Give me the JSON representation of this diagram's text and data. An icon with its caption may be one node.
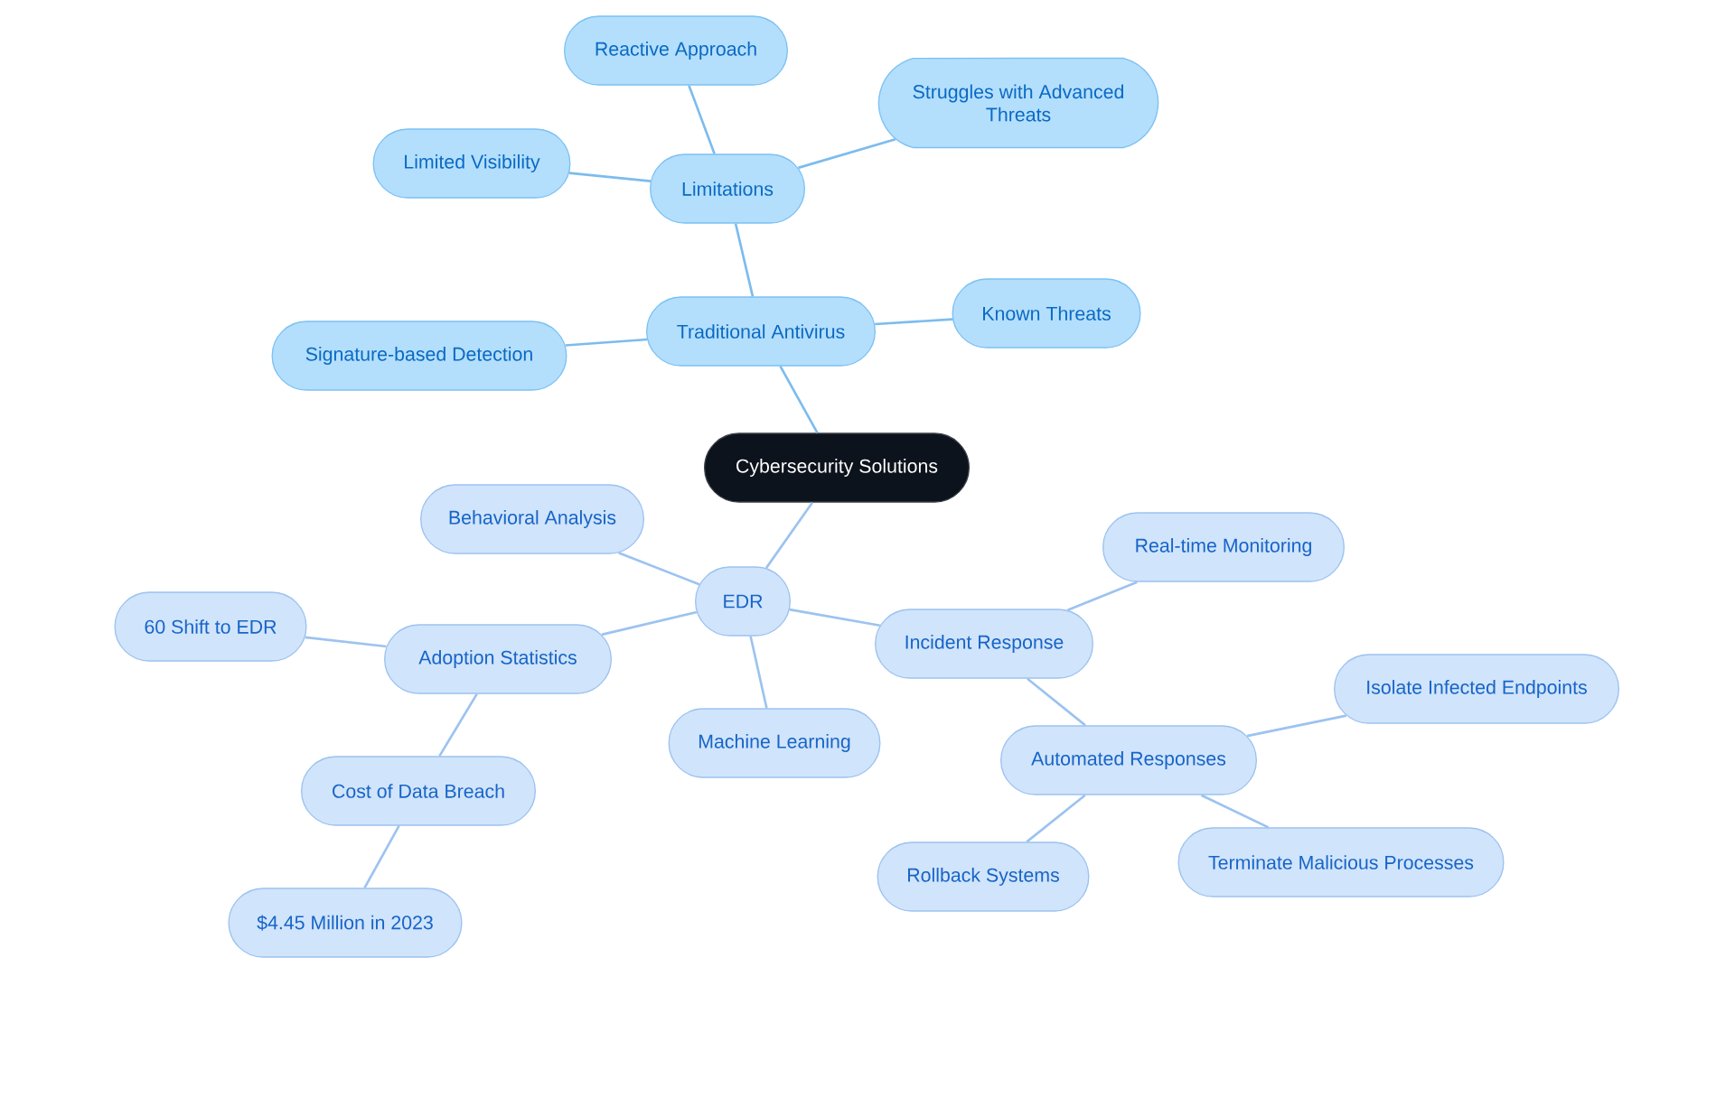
{
  "diagram": {
    "nodes": [
      {
        "text": [
          "Cybersecurity Solutions"
        ]
      },
      {
        "text": [
          "Traditional Antivirus"
        ]
      },
      {
        "text": [
          "Limitations"
        ]
      },
      {
        "text": [
          "Reactive Approach"
        ]
      },
      {
        "text": [
          "Struggles with Advanced Threats"
        ]
      },
      {
        "text": [
          "Limited Visibility"
        ]
      },
      {
        "text": [
          "Signature-based Detection"
        ]
      },
      {
        "text": [
          "Known Threats"
        ]
      },
      {
        "text": [
          "EDR"
        ]
      },
      {
        "text": [
          "Behavioral Analysis"
        ]
      },
      {
        "text": [
          "Adoption Statistics"
        ]
      },
      {
        "text": [
          "60 Shift to EDR"
        ]
      },
      {
        "text": [
          "Cost of Data Breach"
        ]
      },
      {
        "text": [
          "$4.45 Million in 2023"
        ]
      },
      {
        "text": [
          "Machine Learning"
        ]
      },
      {
        "text": [
          "Incident Response"
        ]
      },
      {
        "text": [
          "Real-time Monitoring"
        ]
      },
      {
        "text": [
          "Automated Responses"
        ]
      },
      {
        "text": [
          "Isolate Infected Endpoints"
        ]
      },
      {
        "text": [
          "Rollback Systems"
        ]
      },
      {
        "text": [
          "Terminate Malicious Processes"
        ]
      }
    ],
    "edges": [
      {
        "from": 0,
        "to": 1,
        "arrow": "none",
        "color": "#7cbcee"
      },
      {
        "from": 1,
        "to": 2,
        "arrow": "none",
        "color": "#7cbcee"
      },
      {
        "from": 2,
        "to": 3,
        "arrow": "none",
        "color": "#7cbcee"
      },
      {
        "from": 2,
        "to": 4,
        "arrow": "none",
        "color": "#7cbcee"
      },
      {
        "from": 2,
        "to": 5,
        "arrow": "none",
        "color": "#7cbcee"
      },
      {
        "from": 1,
        "to": 6,
        "arrow": "none",
        "color": "#7cbcee"
      },
      {
        "from": 1,
        "to": 7,
        "arrow": "none",
        "color": "#7cbcee"
      },
      {
        "from": 0,
        "to": 8,
        "arrow": "none"
      },
      {
        "from": 8,
        "to": 9,
        "arrow": "none"
      },
      {
        "from": 8,
        "to": 10,
        "arrow": "none"
      },
      {
        "from": 10,
        "to": 11,
        "arrow": "none"
      },
      {
        "from": 10,
        "to": 12,
        "arrow": "none"
      },
      {
        "from": 12,
        "to": 13,
        "arrow": "none"
      },
      {
        "from": 8,
        "to": 14,
        "arrow": "none"
      },
      {
        "from": 8,
        "to": 15,
        "arrow": "none"
      },
      {
        "from": 15,
        "to": 16,
        "arrow": "none"
      },
      {
        "from": 15,
        "to": 17,
        "arrow": "none"
      },
      {
        "from": 17,
        "to": 18,
        "arrow": "none"
      },
      {
        "from": 17,
        "to": 19,
        "arrow": "none"
      },
      {
        "from": 17,
        "to": 20,
        "arrow": "none"
      }
    ]
  }
}
